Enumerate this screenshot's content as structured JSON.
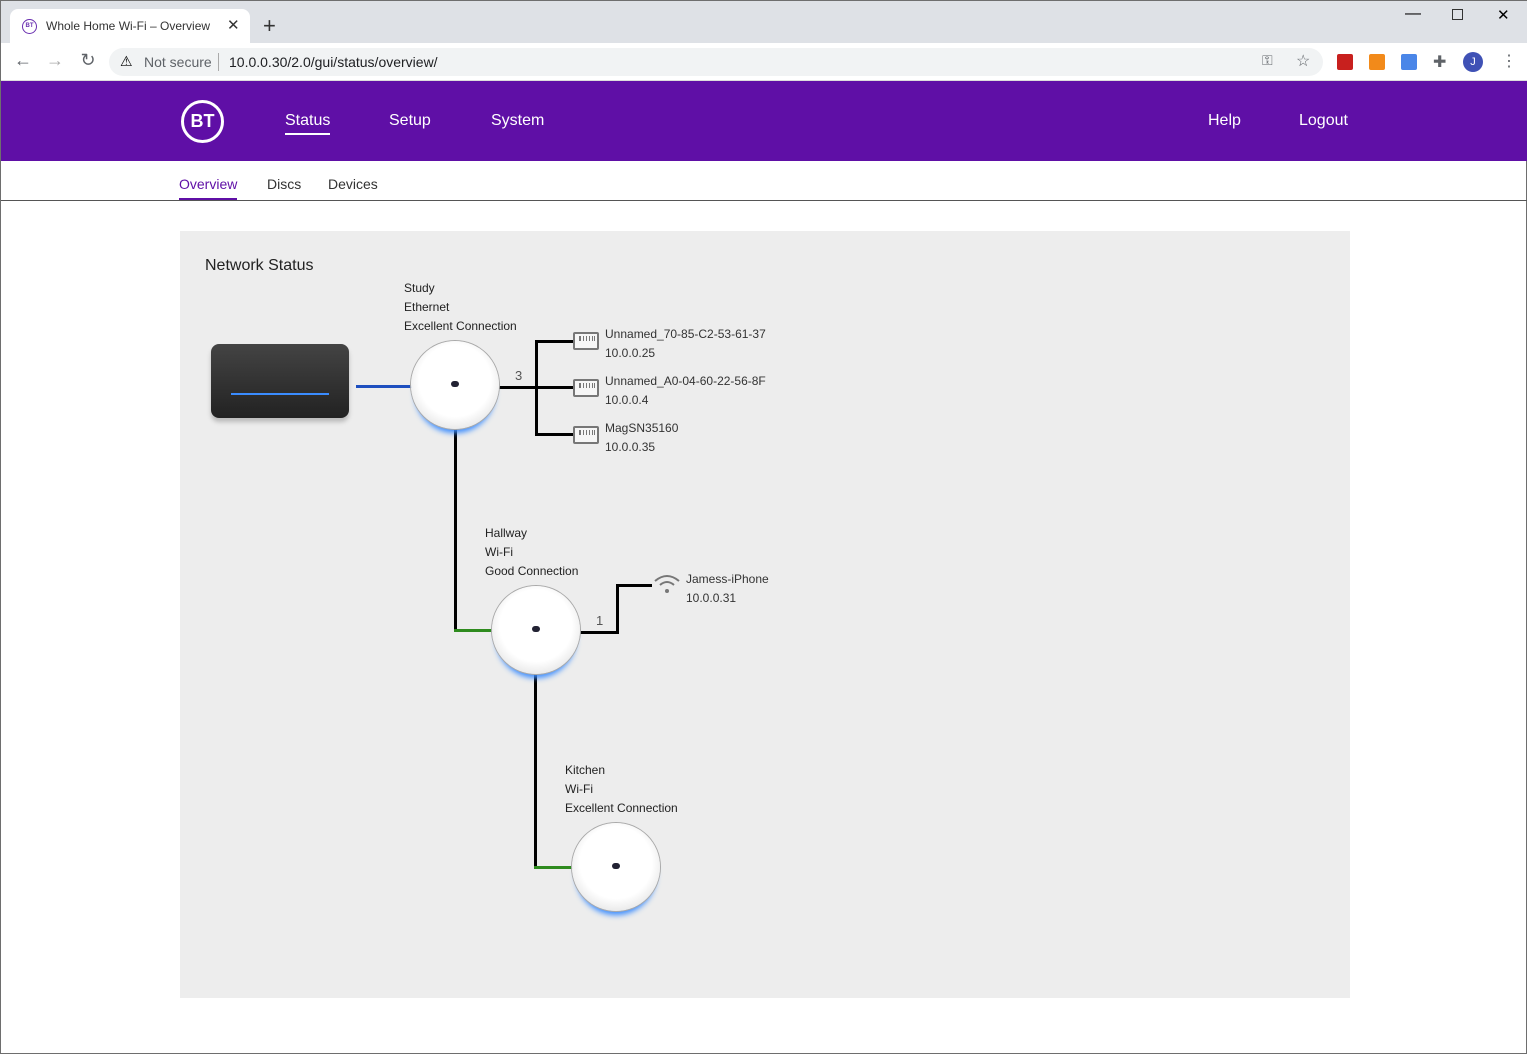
{
  "browser": {
    "tab_title": "Whole Home Wi-Fi – Overview",
    "security": "Not secure",
    "url": "10.0.0.30/2.0/gui/status/overview/",
    "profile_initial": "J"
  },
  "header": {
    "logo": "BT",
    "nav": [
      "Status",
      "Setup",
      "System"
    ],
    "help": "Help",
    "logout": "Logout"
  },
  "subnav": [
    "Overview",
    "Discs",
    "Devices"
  ],
  "panel": {
    "title": "Network Status",
    "discs": [
      {
        "name": "Study",
        "type": "Ethernet",
        "quality": "Excellent Connection",
        "count": "3"
      },
      {
        "name": "Hallway",
        "type": "Wi-Fi",
        "quality": "Good Connection",
        "count": "1"
      },
      {
        "name": "Kitchen",
        "type": "Wi-Fi",
        "quality": "Excellent Connection"
      }
    ],
    "devices": [
      {
        "name": "Unnamed_70-85-C2-53-61-37",
        "ip": "10.0.0.25"
      },
      {
        "name": "Unnamed_A0-04-60-22-56-8F",
        "ip": "10.0.0.4"
      },
      {
        "name": "MagSN35160",
        "ip": "10.0.0.35"
      },
      {
        "name": "Jamess-iPhone",
        "ip": "10.0.0.31"
      }
    ]
  },
  "colors": {
    "brand": "#5f0fa6",
    "ethernet_link": "#1e4fbf",
    "wifi_link": "#2e8b1e"
  }
}
